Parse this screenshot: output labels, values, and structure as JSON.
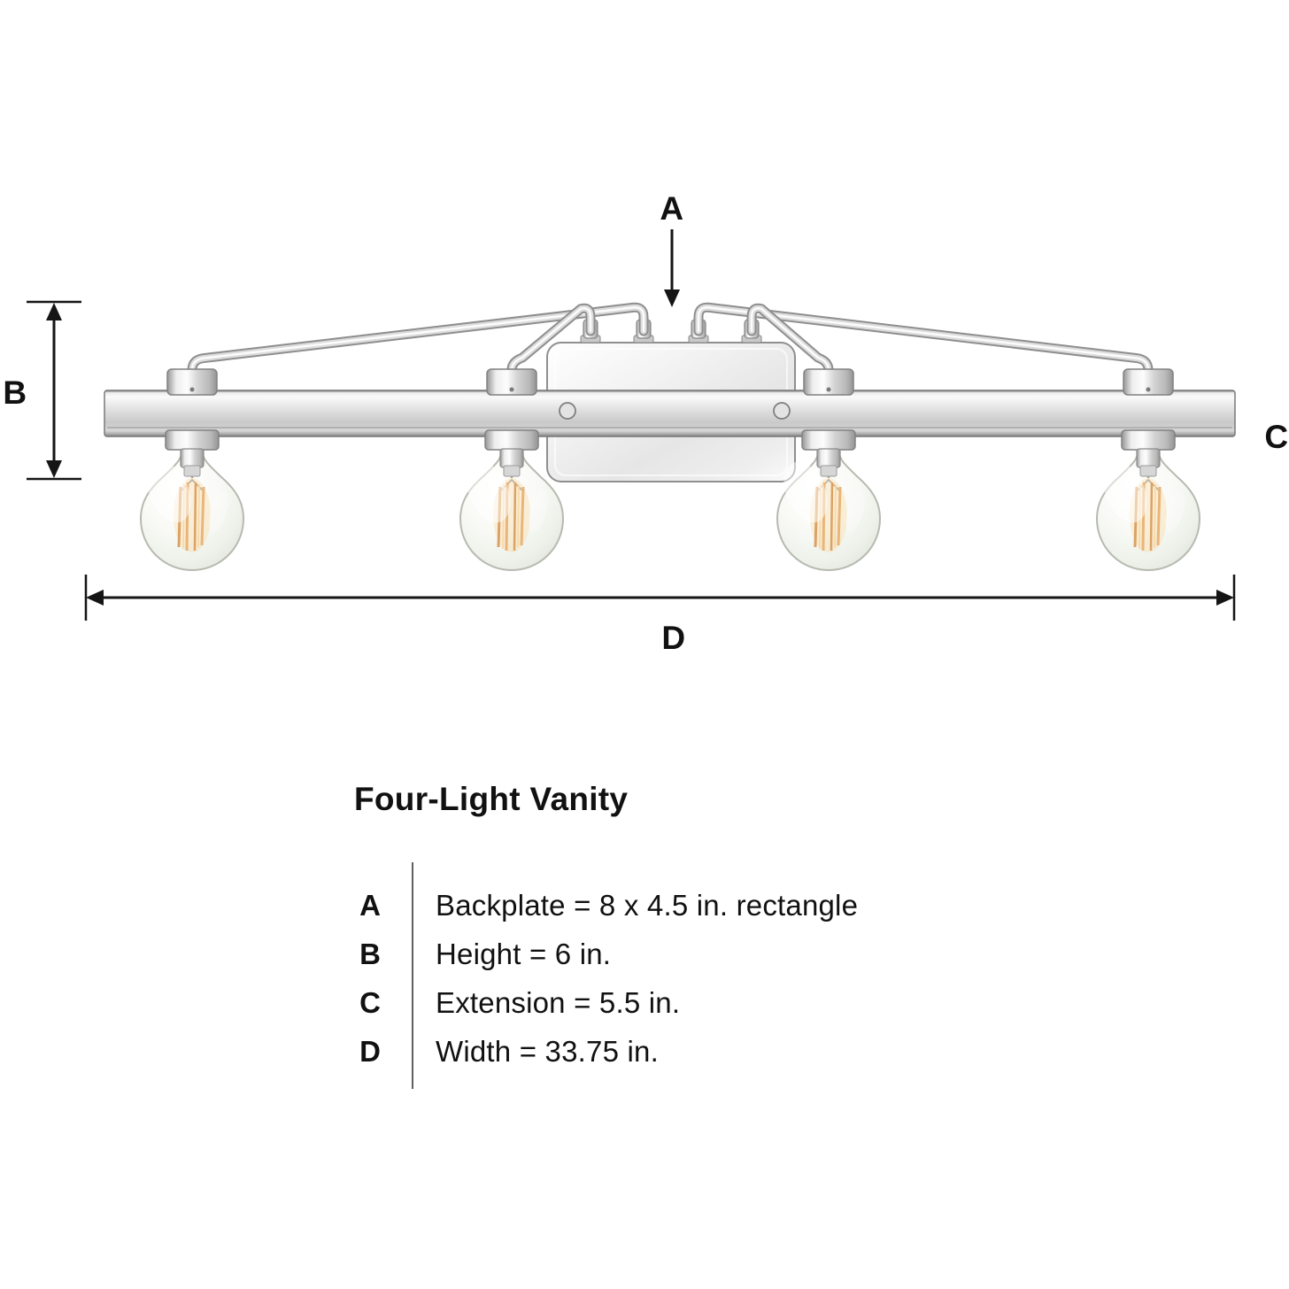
{
  "diagram": {
    "labels": [
      {
        "id": "a",
        "letter": "A"
      },
      {
        "id": "b",
        "letter": "B"
      },
      {
        "id": "c",
        "letter": "C"
      },
      {
        "id": "d",
        "letter": "D"
      }
    ]
  },
  "legend": {
    "title": "Four-Light Vanity",
    "rows": [
      {
        "letter": "A",
        "text": "Backplate = 8 x 4.5 in. rectangle"
      },
      {
        "letter": "B",
        "text": "Height = 6 in."
      },
      {
        "letter": "C",
        "text": "Extension = 5.5 in."
      },
      {
        "letter": "D",
        "text": "Width = 33.75 in."
      }
    ]
  },
  "colors": {
    "annotation_line": "#111111",
    "chrome_light": "#f7f7f7",
    "chrome_mid": "#d2d2d2",
    "chrome_dark": "#8a8a8a",
    "bulb_glass": "#edf0e9",
    "filament": "#e8b272"
  }
}
